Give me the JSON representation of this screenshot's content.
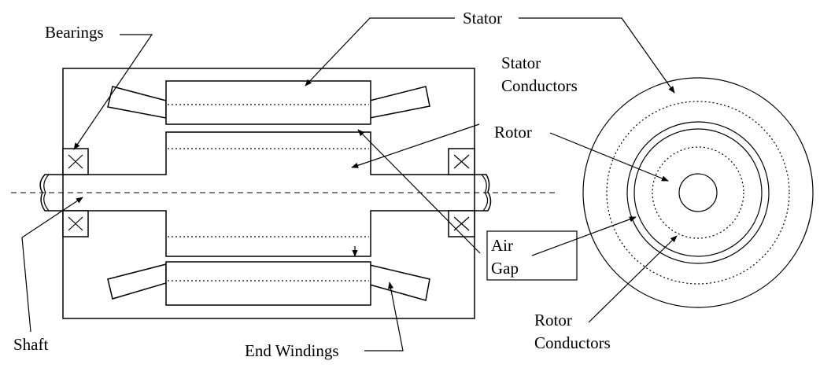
{
  "labels": {
    "stator": "Stator",
    "bearings": "Bearings",
    "stator_conductors_line1": "Stator",
    "stator_conductors_line2": "Conductors",
    "rotor": "Rotor",
    "air_gap_line1": "Air",
    "air_gap_line2": "Gap",
    "shaft": "Shaft",
    "end_windings": "End Windings",
    "rotor_conductors_line1": "Rotor",
    "rotor_conductors_line2": "Conductors"
  }
}
